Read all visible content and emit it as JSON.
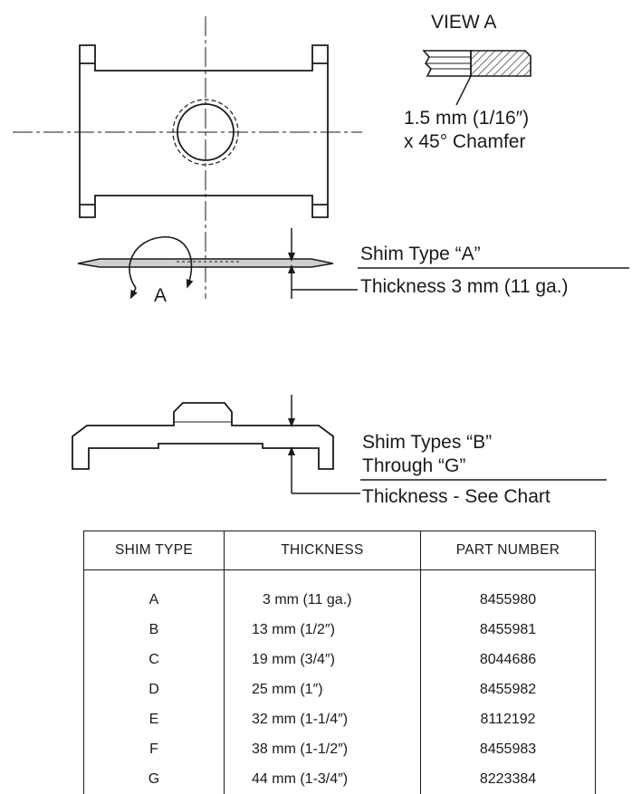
{
  "view_title": "VIEW A",
  "chamfer_note": {
    "line1": "1.5 mm (1/16″)",
    "line2": "x 45° Chamfer"
  },
  "rotation_label": "A",
  "shim_a": {
    "name": "Shim Type “A”",
    "thickness": "Thickness 3 mm (11 ga.)"
  },
  "shim_bg": {
    "name_line1": "Shim Types “B”",
    "name_line2": "Through “G”",
    "thickness": "Thickness - See Chart"
  },
  "table": {
    "headers": [
      "SHIM TYPE",
      "THICKNESS",
      "PART NUMBER"
    ],
    "rows": [
      {
        "type": "A",
        "thickness": "3 mm (11 ga.)",
        "part": "8455980"
      },
      {
        "type": "B",
        "thickness": "13 mm (1/2″)",
        "part": "8455981"
      },
      {
        "type": "C",
        "thickness": "19 mm (3/4″)",
        "part": "8044686"
      },
      {
        "type": "D",
        "thickness": "25 mm (1″)",
        "part": "8455982"
      },
      {
        "type": "E",
        "thickness": "32 mm (1-1/4″)",
        "part": "8112192"
      },
      {
        "type": "F",
        "thickness": "38 mm (1-1/2″)",
        "part": "8455983"
      },
      {
        "type": "G",
        "thickness": "44 mm (1-3/4″)",
        "part": "8223384"
      }
    ]
  }
}
